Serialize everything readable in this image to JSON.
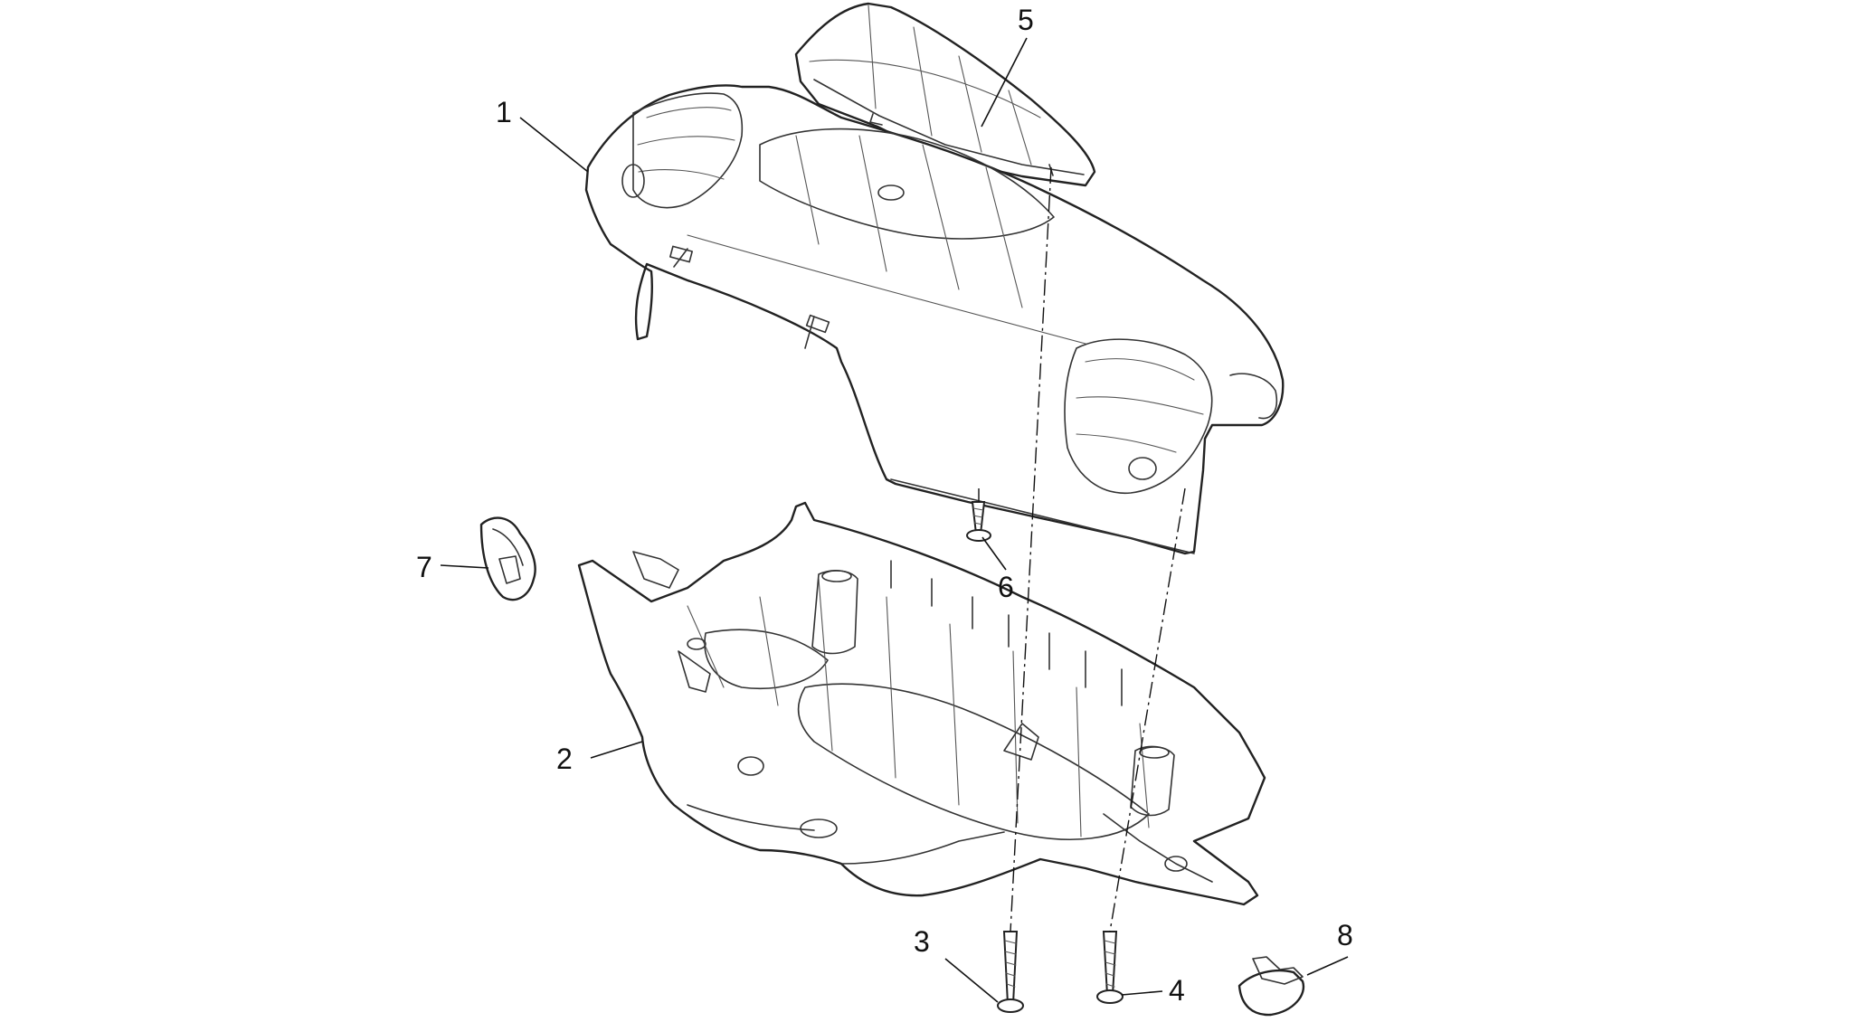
{
  "labels": {
    "n1": "1",
    "n2": "2",
    "n3": "3",
    "n4": "4",
    "n5": "5",
    "n6": "6",
    "n7": "7",
    "n8": "8"
  },
  "colors": {
    "background": "#ffffff",
    "line": "#222222"
  }
}
